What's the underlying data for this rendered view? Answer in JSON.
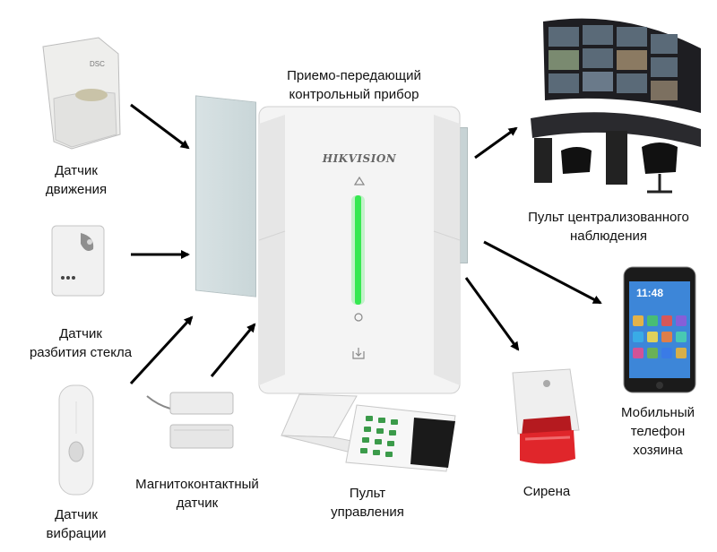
{
  "panel": {
    "title_line1": "Приемо-передающий",
    "title_line2": "контрольный прибор",
    "brand": "HIKVISION",
    "led_color": "#2ee84a"
  },
  "inputs": {
    "motion": {
      "line1": "Датчик",
      "line2": "движения",
      "brand": "DSC",
      "icon": "motion-sensor-icon"
    },
    "glass": {
      "line1": "Датчик",
      "line2": "разбития стекла",
      "icon": "glass-break-sensor-icon"
    },
    "vibration": {
      "line1": "Датчик",
      "line2": "вибрации",
      "icon": "vibration-sensor-icon"
    },
    "magnetic": {
      "line1": "Магнитоконтактный",
      "line2": "датчик",
      "icon": "magnetic-contact-icon"
    },
    "keypad": {
      "line1": "Пульт",
      "line2": "управления",
      "icon": "keypad-icon"
    }
  },
  "outputs": {
    "monitoring": {
      "line1": "Пульт централизованного",
      "line2": "наблюдения",
      "icon": "monitoring-station-icon"
    },
    "phone": {
      "line1": "Мобильный",
      "line2": "телефон",
      "line3": "хозяина",
      "time": "11:48",
      "icon": "mobile-phone-icon"
    },
    "siren": {
      "line1": "Сирена",
      "icon": "siren-icon",
      "color": "#e0262b"
    }
  }
}
